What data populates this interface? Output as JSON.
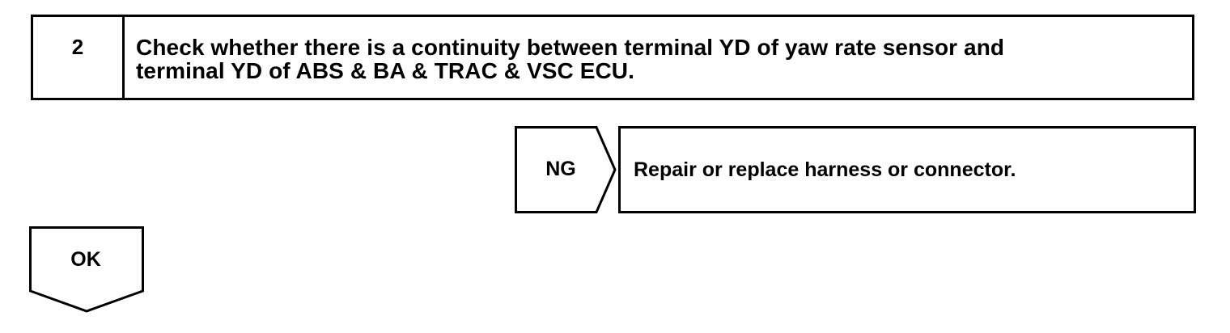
{
  "step": {
    "number": "2",
    "text": "Check whether there is a continuity between terminal YD of yaw rate sensor and\nterminal YD of ABS & BA & TRAC & VSC ECU."
  },
  "ng_branch": {
    "label": "NG",
    "result": "Repair or replace harness or connector."
  },
  "ok_branch": {
    "label": "OK"
  }
}
